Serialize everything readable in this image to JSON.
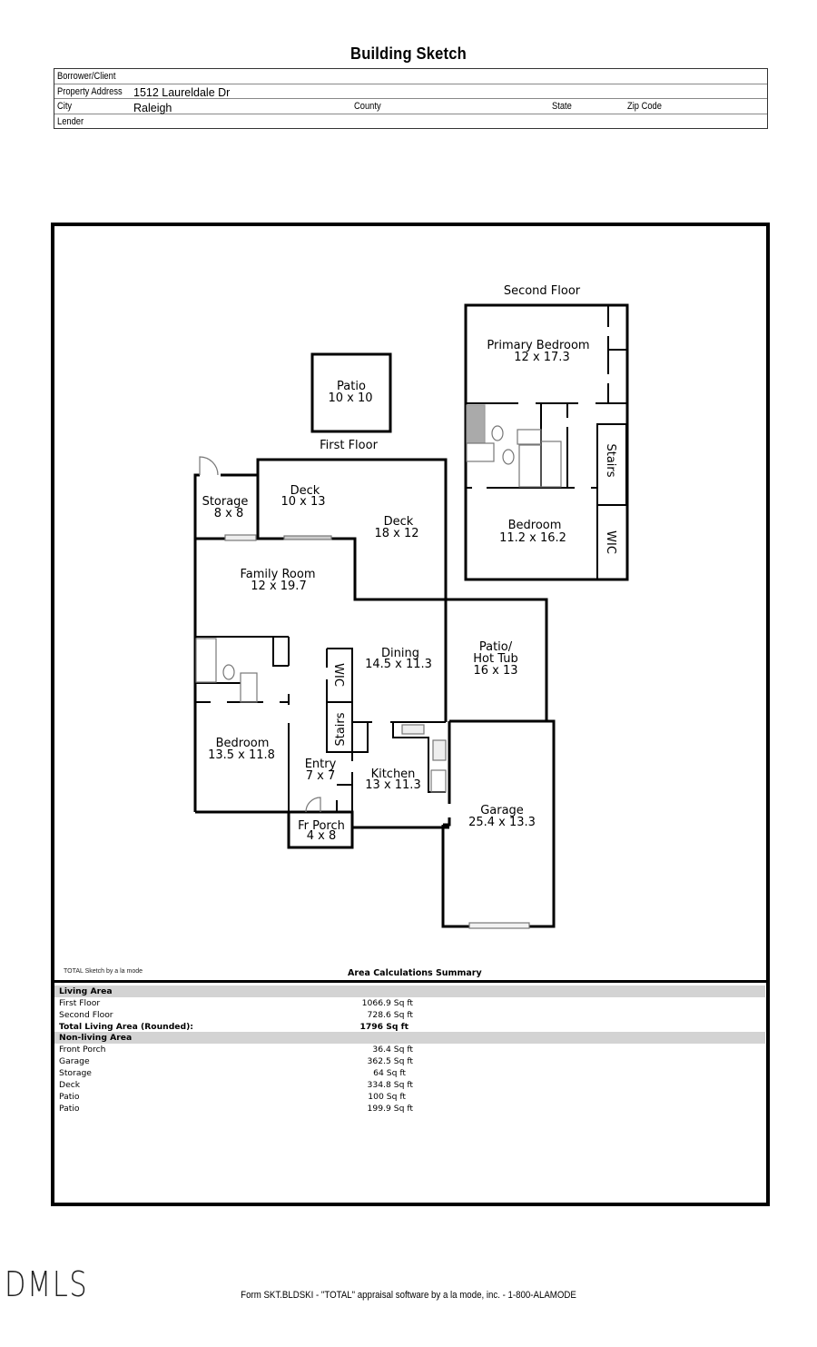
{
  "document": {
    "title": "Building Sketch"
  },
  "header_fields": {
    "borrower_label": "Borrower/Client",
    "borrower_value": "",
    "address_label": "Property Address",
    "address_value": "1512 Laureldale Dr",
    "city_label": "City",
    "city_value": "Raleigh",
    "county_label": "County",
    "county_value": "",
    "state_label": "State",
    "state_value": "",
    "zip_label": "Zip Code",
    "zip_value": "",
    "lender_label": "Lender",
    "lender_value": ""
  },
  "sketch": {
    "second_floor_label": "Second Floor",
    "first_floor_label": "First Floor",
    "rooms": {
      "primary_bedroom": {
        "name": "Primary Bedroom",
        "dims": "12 x 17.3"
      },
      "bedroom_upper": {
        "name": "Bedroom",
        "dims": "11.2 x 16.2"
      },
      "stairs_upper": {
        "name": "Stairs"
      },
      "wic_upper": {
        "name": "WIC"
      },
      "patio_top": {
        "name": "Patio",
        "dims": "10 x 10"
      },
      "storage": {
        "name": "Storage",
        "dims": "8 x 8"
      },
      "deck_small": {
        "name": "Deck",
        "dims": "10 x 13"
      },
      "deck_large": {
        "name": "Deck",
        "dims": "18 x 12"
      },
      "family_room": {
        "name": "Family Room",
        "dims": "12 x 19.7"
      },
      "dining": {
        "name": "Dining",
        "dims": "14.5 x 11.3"
      },
      "wic_lower": {
        "name": "WIC"
      },
      "stairs_lower": {
        "name": "Stairs"
      },
      "patio_hot_tub": {
        "name1": "Patio/",
        "name2": "Hot Tub",
        "dims": "16 x 13"
      },
      "bedroom_lower": {
        "name": "Bedroom",
        "dims": "13.5 x 11.8"
      },
      "entry": {
        "name": "Entry",
        "dims": "7 x 7"
      },
      "kitchen": {
        "name": "Kitchen",
        "dims": "13 x 11.3"
      },
      "garage": {
        "name": "Garage",
        "dims": "25.4 x 13.3"
      },
      "front_porch": {
        "name": "Fr Porch",
        "dims": "4 x 8"
      }
    }
  },
  "summary": {
    "credit": "TOTAL Sketch by a la mode",
    "title": "Area Calculations Summary",
    "living_header": "Living Area",
    "living_rows": [
      {
        "label": "First Floor",
        "value": "1066.9 Sq ft"
      },
      {
        "label": "Second Floor",
        "value": "728.6 Sq ft"
      }
    ],
    "total_label": "Total Living Area (Rounded):",
    "total_value": "1796 Sq ft",
    "nonliving_header": "Non-living Area",
    "nonliving_rows": [
      {
        "label": "Front Porch",
        "value": "36.4 Sq ft"
      },
      {
        "label": "Garage",
        "value": "362.5 Sq ft"
      },
      {
        "label": "Storage",
        "value": "64 Sq ft"
      },
      {
        "label": "Deck",
        "value": "334.8 Sq ft"
      },
      {
        "label": "Patio",
        "value": "100 Sq ft"
      },
      {
        "label": "Patio",
        "value": "199.9 Sq ft"
      }
    ]
  },
  "footer": {
    "text": "Form SKT.BLDSKI - \"TOTAL\" appraisal software by a la mode, inc. - 1-800-ALAMODE",
    "watermark": "DMLS"
  }
}
